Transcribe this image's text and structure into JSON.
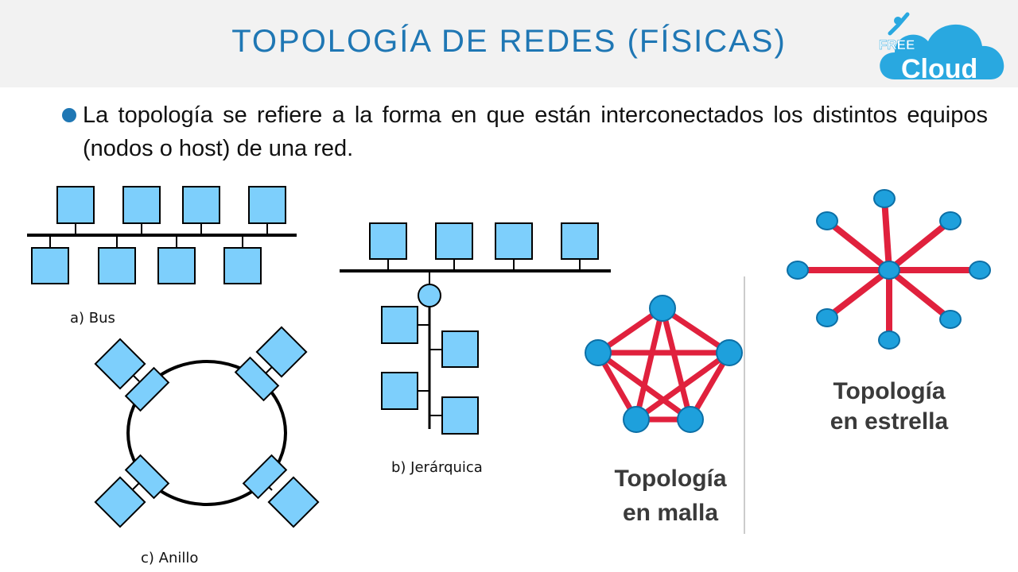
{
  "slide": {
    "title": "TOPOLOGÍA DE REDES (FÍSICAS)",
    "logo": {
      "small": "FREE",
      "big": "Cloud"
    },
    "bullet": "La topología se refiere a la forma en que están interconectados los distintos equipos (nodos o host) de una red."
  },
  "diagrams": {
    "bus": {
      "caption": "a) Bus"
    },
    "hierarchical": {
      "caption": "b) Jerárquica"
    },
    "ring": {
      "caption": "c) Anillo"
    },
    "mesh": {
      "caption_line1": "Topología",
      "caption_line2": "en malla"
    },
    "star": {
      "caption_line1": "Topología",
      "caption_line2": "en estrella"
    }
  },
  "colors": {
    "title": "#1f77b4",
    "node_fill": "#7dcffc",
    "link_red": "#e0213d",
    "circle_node": "#1ea0dc",
    "logo_cloud": "#29a8e0"
  }
}
